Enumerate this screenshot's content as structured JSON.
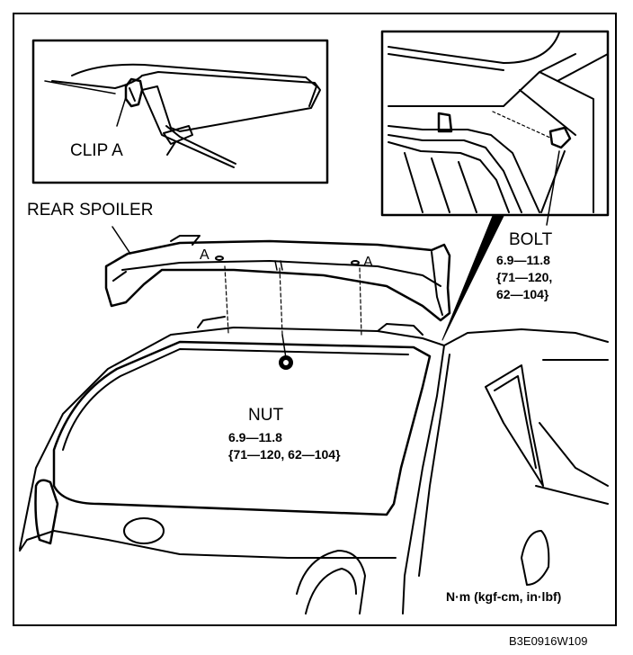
{
  "labels": {
    "clip_a": "CLIP A",
    "rear_spoiler": "REAR SPOILER",
    "bolt": "BOLT",
    "nut": "NUT",
    "marker_a_left": "A",
    "marker_a_right": "A"
  },
  "bolt_torque": [
    "6.9—11.8",
    "{71—120,",
    "62—104}"
  ],
  "nut_torque": [
    "6.9—11.8",
    "{71—120, 62—104}"
  ],
  "units": "N·m (kgf-cm, in·lbf)",
  "figure_code": "B3E0916W109",
  "colors": {
    "line": "#000000",
    "background": "#ffffff"
  }
}
